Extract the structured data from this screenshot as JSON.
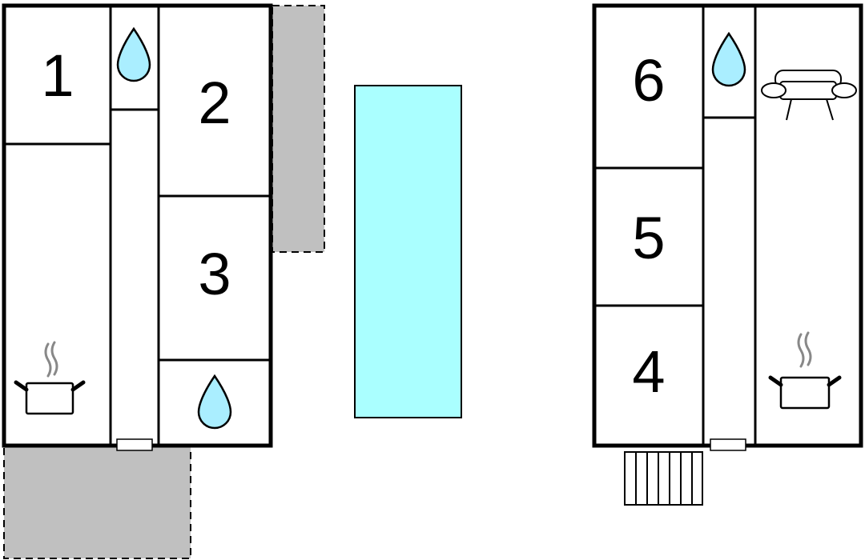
{
  "colors": {
    "wall": "#000000",
    "terrace": "#c0c0c0",
    "pool": "#aaffff",
    "water": "#aaeeff",
    "door": "#ffffff",
    "background": "#ffffff"
  },
  "rooms": {
    "r1": "1",
    "r2": "2",
    "r3": "3",
    "r4": "4",
    "r5": "5",
    "r6": "6"
  },
  "icons": {
    "bathroom": "water-drop-icon",
    "kitchen": "cooking-pot-icon",
    "living": "sofa-icon",
    "stairs": "stairs-icon"
  }
}
